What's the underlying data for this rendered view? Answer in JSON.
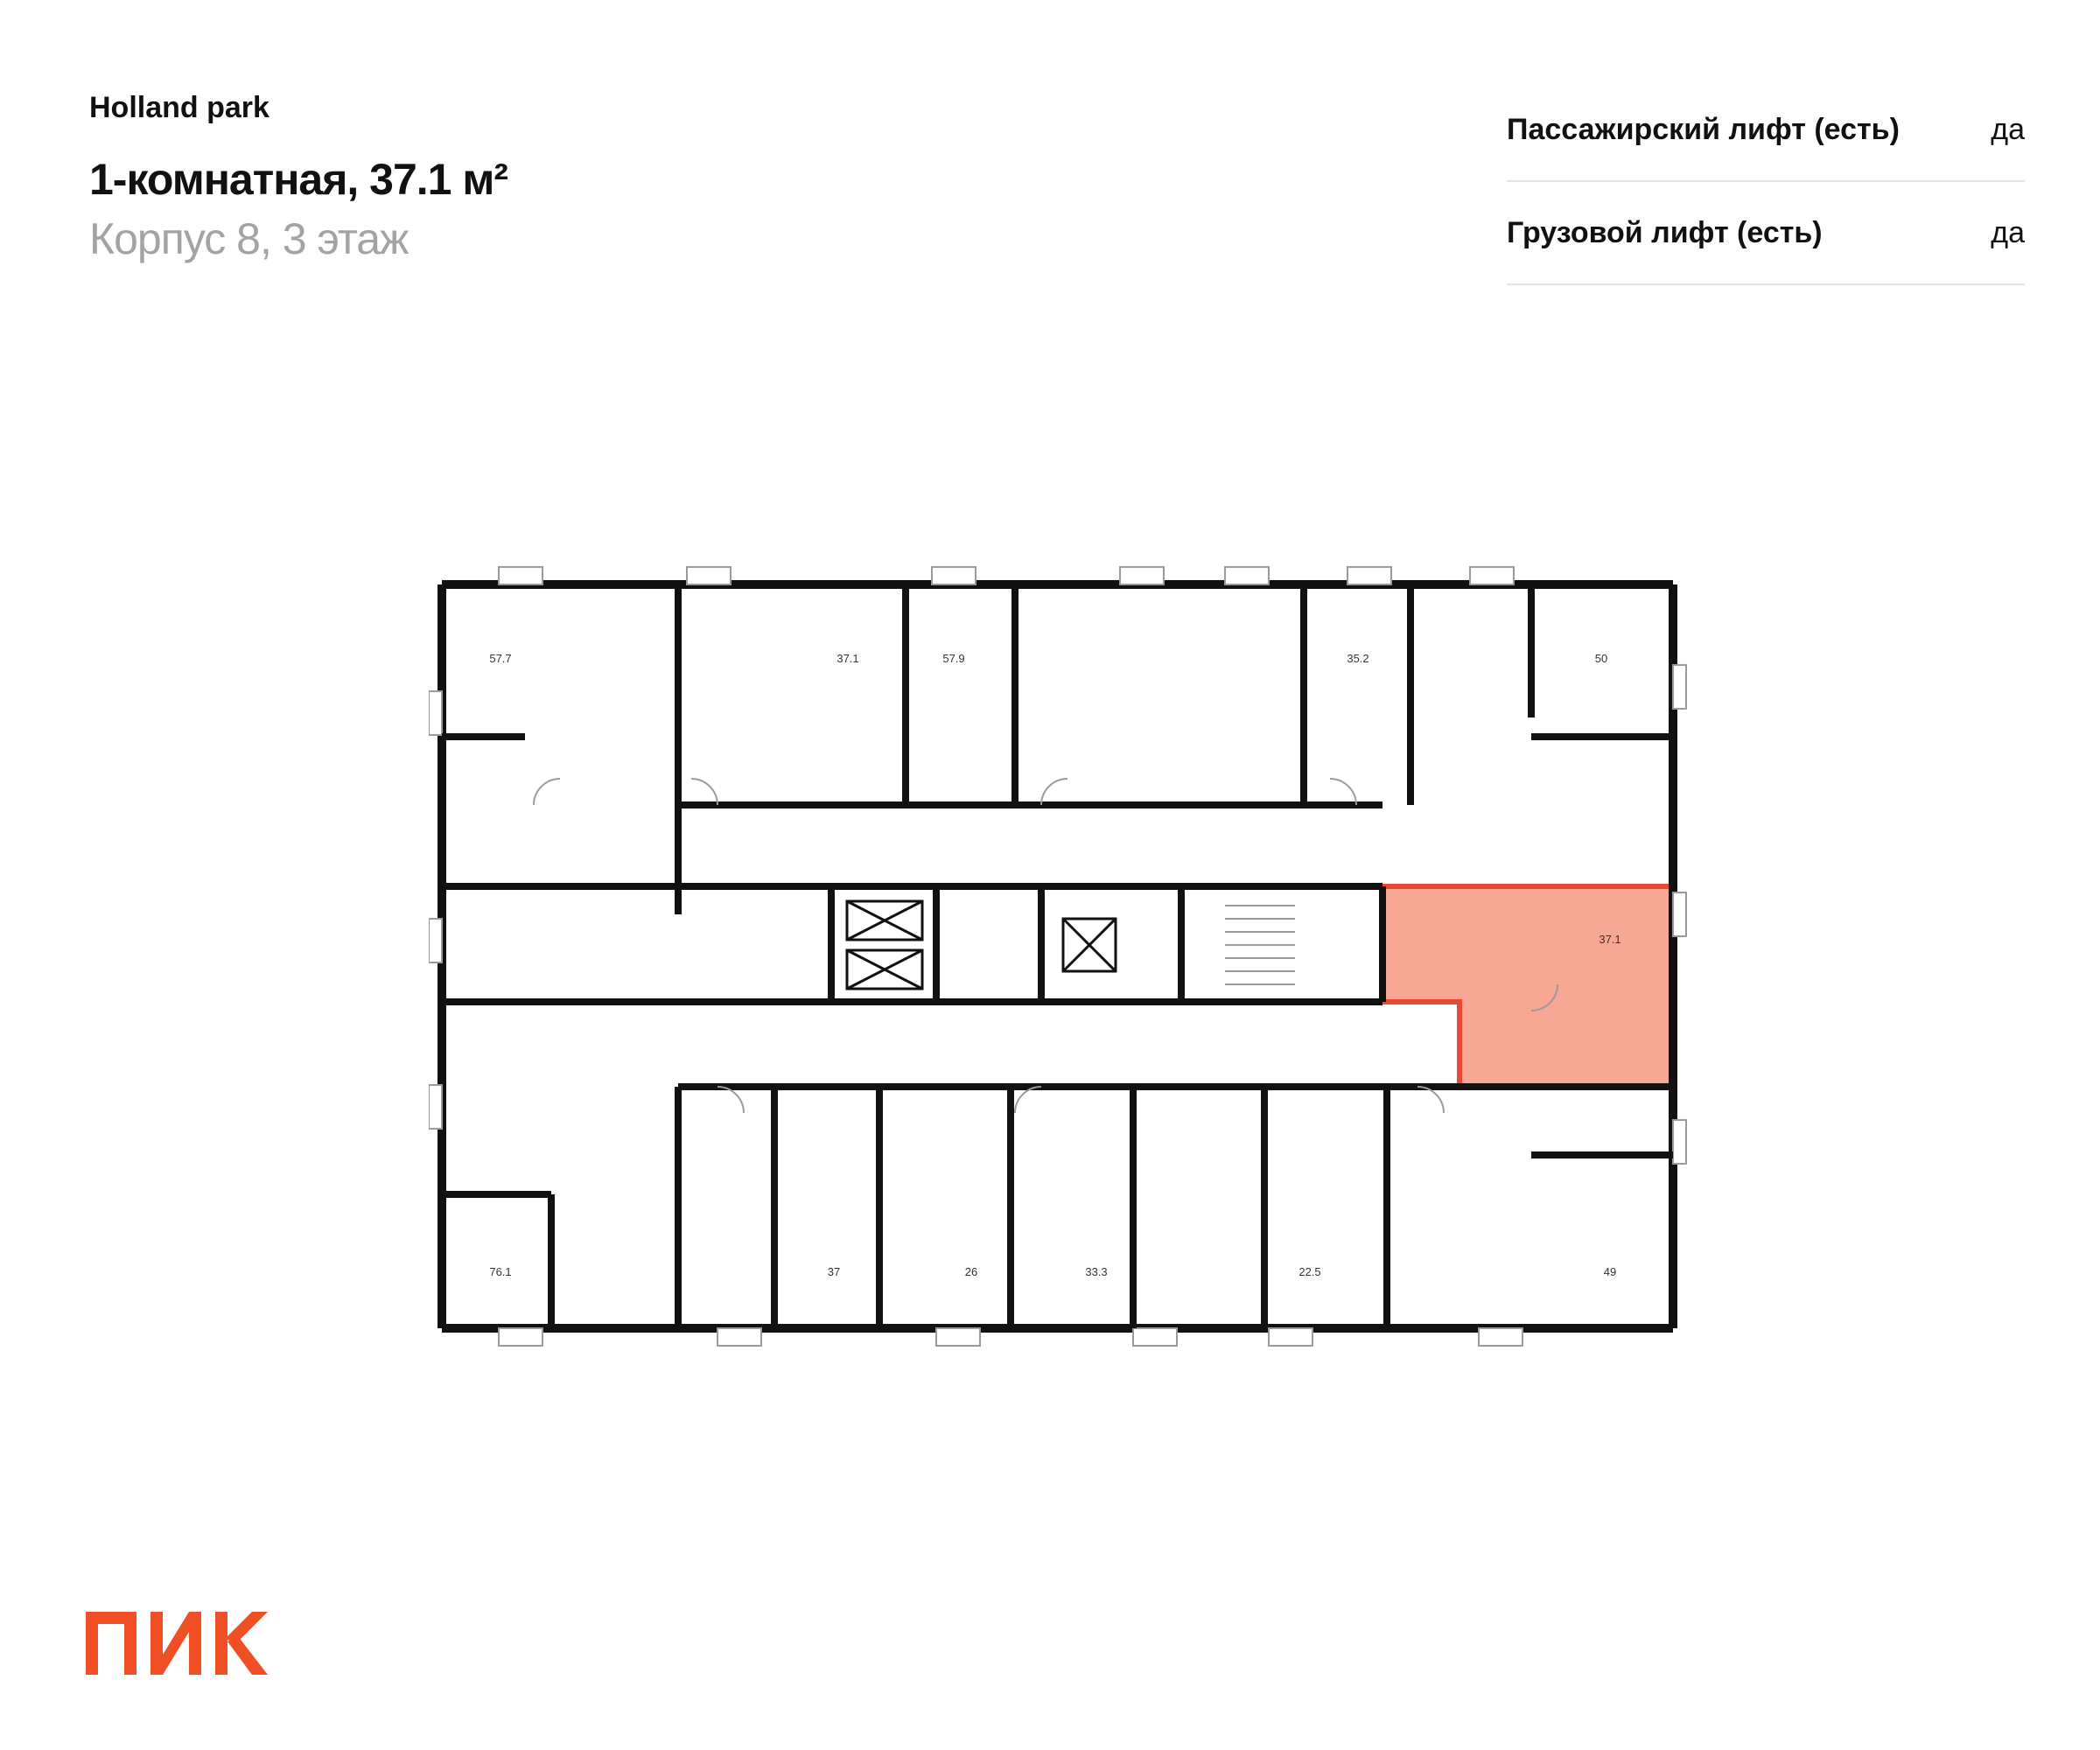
{
  "header": {
    "project": "Holland park",
    "title": "1-комнатная, 37.1 м²",
    "subtitle": "Корпус 8, 3 этаж"
  },
  "features": [
    {
      "label": "Пассажирский лифт (есть)",
      "value": "да"
    },
    {
      "label": "Грузовой лифт (есть)",
      "value": "да"
    }
  ],
  "plan": {
    "apartments": [
      {
        "area": "57.7"
      },
      {
        "area": "37.1"
      },
      {
        "area": "57.9"
      },
      {
        "area": "35.2"
      },
      {
        "area": "50"
      },
      {
        "area": "37.1",
        "highlighted": true
      },
      {
        "area": "76.1"
      },
      {
        "area": "37"
      },
      {
        "area": "26"
      },
      {
        "area": "33.3"
      },
      {
        "area": "22.5"
      },
      {
        "area": "49"
      }
    ]
  },
  "colors": {
    "wall": "#111111",
    "highlight_fill": "#f7a08a",
    "highlight_stroke": "#e53a21",
    "brand": "#f04e23",
    "secondary_text": "#a3a3a3"
  },
  "logo": {
    "text": "ПИК"
  }
}
